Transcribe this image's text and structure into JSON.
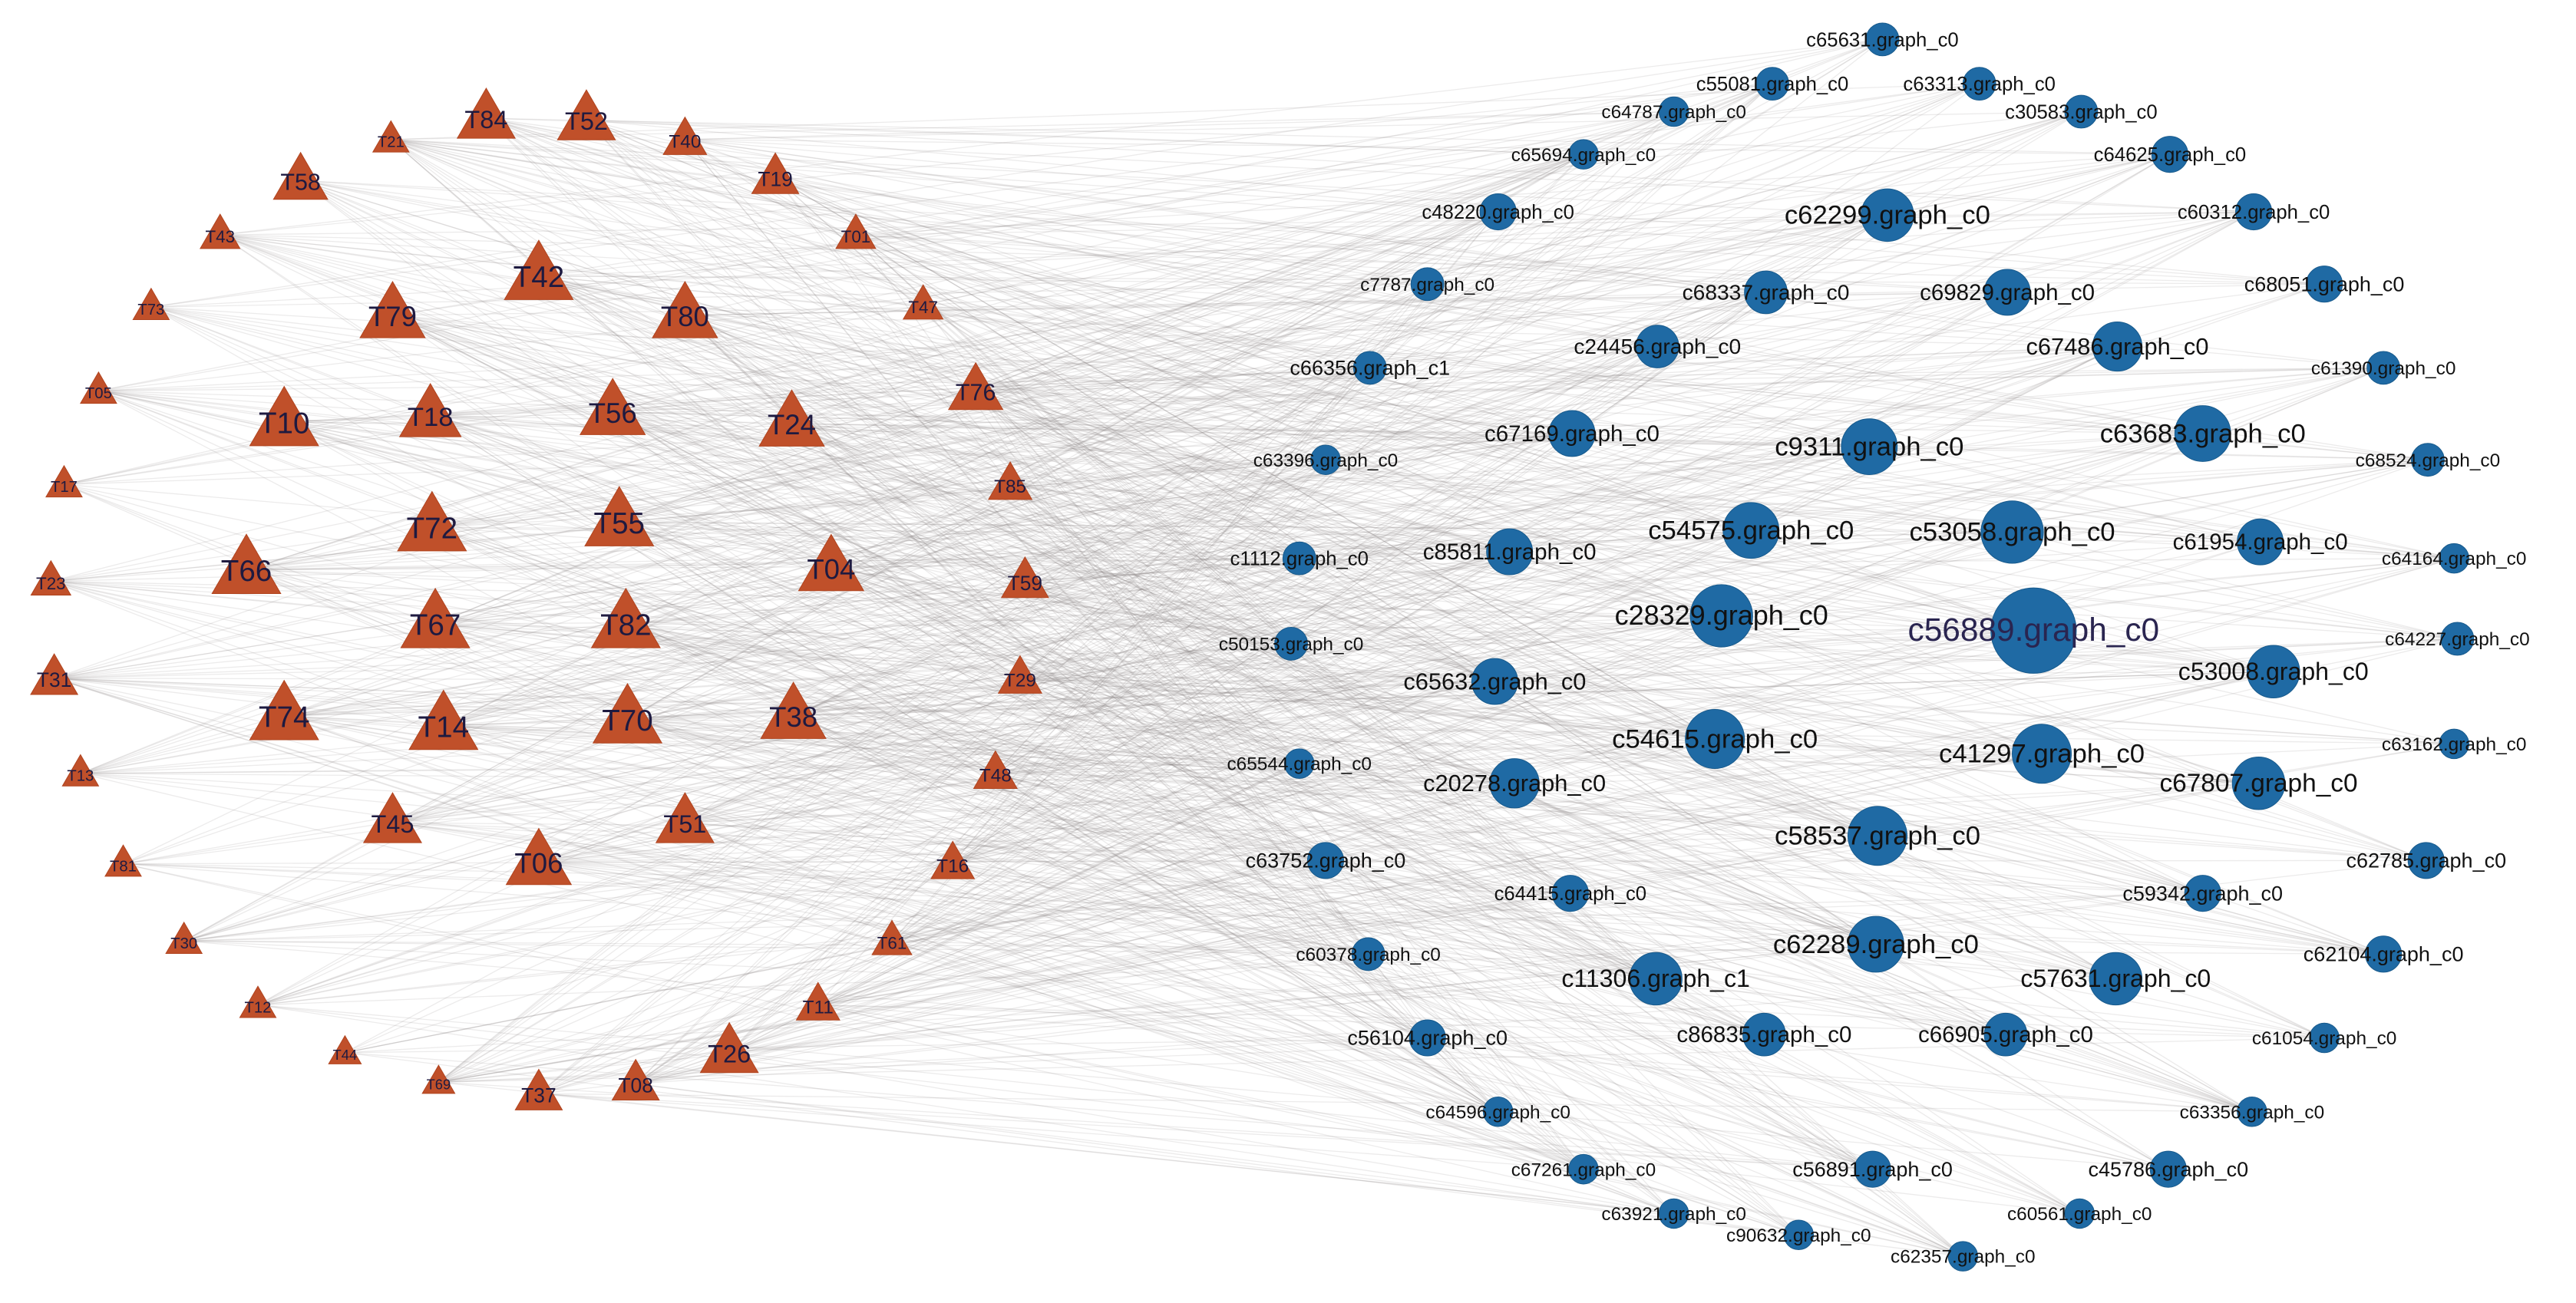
{
  "colors": {
    "background": "#ffffff",
    "t_node": "#c0502a",
    "c_node": "#1f6aa4",
    "t_label": "#1e1a40",
    "c_label": "#111111",
    "edge": "#8a8480"
  },
  "t_nodes": [
    "T84",
    "T52",
    "T21",
    "T40",
    "T58",
    "T19",
    "T43",
    "T01",
    "T42",
    "T80",
    "T73",
    "T79",
    "T47",
    "T05",
    "T10",
    "T18",
    "T56",
    "T24",
    "T76",
    "T17",
    "T72",
    "T55",
    "T85",
    "T66",
    "T04",
    "T23",
    "T59",
    "T67",
    "T82",
    "T31",
    "T29",
    "T74",
    "T14",
    "T70",
    "T38",
    "T13",
    "T48",
    "T45",
    "T51",
    "T81",
    "T06",
    "T16",
    "T30",
    "T61",
    "T12",
    "T11",
    "T26",
    "T44",
    "T69",
    "T37",
    "T08"
  ],
  "c_nodes": [
    "c65631.graph_c0",
    "c55081.graph_c0",
    "c63313.graph_c0",
    "c64787.graph_c0",
    "c30583.graph_c0",
    "c65694.graph_c0",
    "c64625.graph_c0",
    "c48220.graph_c0",
    "c62299.graph_c0",
    "c60312.graph_c0",
    "c7787.graph_c0",
    "c68337.graph_c0",
    "c69829.graph_c0",
    "c68051.graph_c0",
    "c66356.graph_c1",
    "c24456.graph_c0",
    "c67486.graph_c0",
    "c61390.graph_c0",
    "c67169.graph_c0",
    "c9311.graph_c0",
    "c63683.graph_c0",
    "c63396.graph_c0",
    "c68524.graph_c0",
    "c54575.graph_c0",
    "c53058.graph_c0",
    "c61954.graph_c0",
    "c1112.graph_c0",
    "c85811.graph_c0",
    "c64164.graph_c0",
    "c28329.graph_c0",
    "c56889.graph_c0",
    "c50153.graph_c0",
    "c64227.graph_c0",
    "c53008.graph_c0",
    "c65632.graph_c0",
    "c54615.graph_c0",
    "c41297.graph_c0",
    "c63162.graph_c0",
    "c65544.graph_c0",
    "c20278.graph_c0",
    "c67807.graph_c0",
    "c58537.graph_c0",
    "c63752.graph_c0",
    "c62785.graph_c0",
    "c64415.graph_c0",
    "c59342.graph_c0",
    "c62289.graph_c0",
    "c60378.graph_c0",
    "c62104.graph_c0",
    "c11306.graph_c1",
    "c57631.graph_c0",
    "c56104.graph_c0",
    "c86835.graph_c0",
    "c66905.graph_c0",
    "c61054.graph_c0",
    "c64596.graph_c0",
    "c63356.graph_c0",
    "c67261.graph_c0",
    "c56891.graph_c0",
    "c45786.graph_c0",
    "c63921.graph_c0",
    "c90632.graph_c0",
    "c60561.graph_c0",
    "c62357.graph_c0"
  ]
}
